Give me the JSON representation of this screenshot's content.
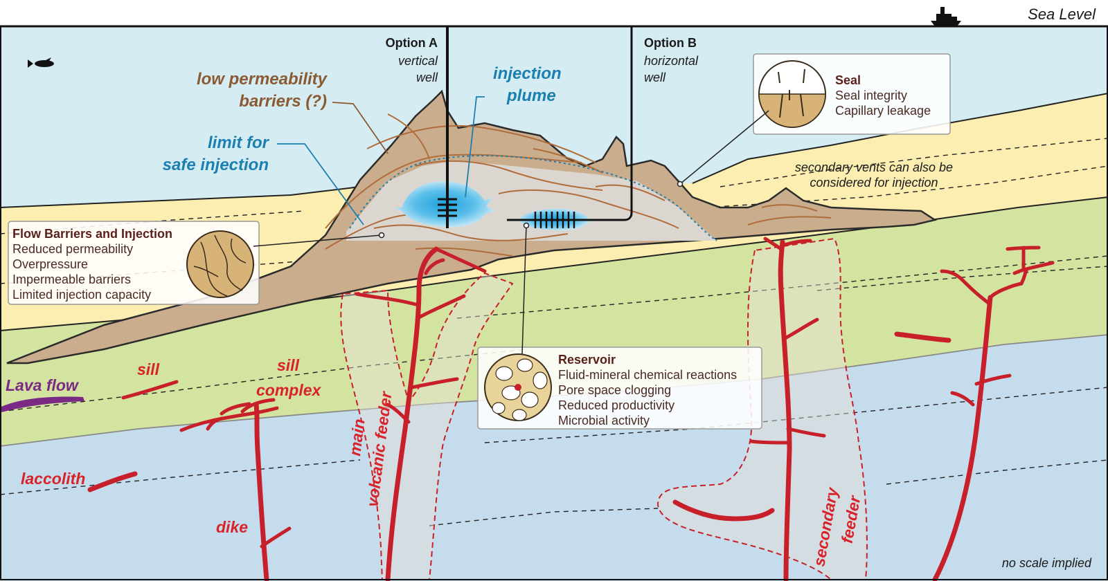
{
  "sea_level": "Sea Level",
  "wells": {
    "option_a": {
      "title": "Option A",
      "line1": "vertical",
      "line2": "well"
    },
    "option_b": {
      "title": "Option B",
      "line1": "horizontal",
      "line2": "well"
    }
  },
  "labels": {
    "low_perm_1": "low permeability",
    "low_perm_2": "barriers (?)",
    "injection_plume_1": "injection",
    "injection_plume_2": "plume",
    "safe_limit_1": "limit for",
    "safe_limit_2": "safe injection",
    "secondary_vents_1": "secondary vents can also be",
    "secondary_vents_2": "considered for injection",
    "lava_flow": "Lava flow",
    "sill": "sill",
    "sill_complex_1": "sill",
    "sill_complex_2": "complex",
    "laccolith": "laccolith",
    "dike": "dike",
    "main_feeder_1": "main",
    "main_feeder_2": "volcanic feeder",
    "secondary_feeder_1": "secondary",
    "secondary_feeder_2": "feeder",
    "no_scale": "no scale implied"
  },
  "boxes": {
    "flow": {
      "title": "Flow Barriers and Injection",
      "items": [
        "Reduced permeability",
        "Overpressure",
        "Impermeable barriers",
        "Limited injection capacity"
      ]
    },
    "seal": {
      "title": "Seal",
      "items": [
        "Seal integrity",
        "Capillary leakage"
      ]
    },
    "reservoir": {
      "title": "Reservoir",
      "items": [
        "Fluid-mineral chemical reactions",
        "Pore space clogging",
        "Reduced productivity",
        "Microbial activity"
      ]
    }
  },
  "colors": {
    "water": "#d6ecf3",
    "sand": "#fbeeb0",
    "green": "#d3e3a0",
    "basement": "#c5dcec",
    "volcano": "#c9ad8d",
    "magma": "#c8202a",
    "plume": "#35a9dd"
  },
  "icons": [
    "fish-icon",
    "ship-icon"
  ]
}
